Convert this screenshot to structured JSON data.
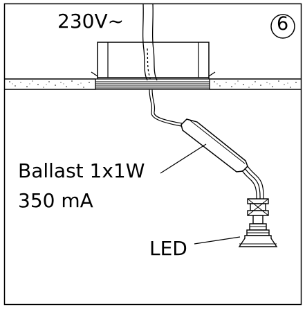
{
  "labels": {
    "voltage": "230V~",
    "step_number": "6",
    "ballast_line1": "Ballast 1x1W",
    "ballast_line2": "350 mA",
    "led": "LED"
  },
  "colors": {
    "line": "#000000",
    "background": "#ffffff",
    "ceiling_fill": "#ffffff"
  }
}
